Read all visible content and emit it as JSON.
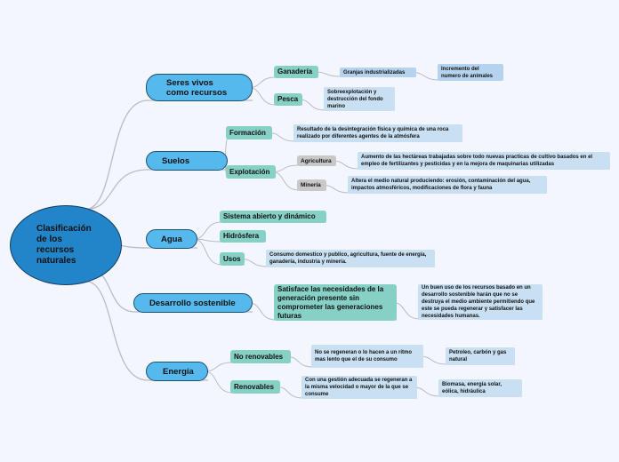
{
  "root": {
    "label": "Clasificación de los recursos naturales"
  },
  "seres_vivos": {
    "label": "Seres vivos como recursos",
    "ganaderia": {
      "label": "Ganadería",
      "detail": "Granjas industrializadas",
      "result": "Incremento del numero de animales"
    },
    "pesca": {
      "label": "Pesca",
      "detail": "Sobreexplotación y destrucción del fondo marino"
    }
  },
  "suelos": {
    "label": "Suelos",
    "formacion": {
      "label": "Formación",
      "detail": "Resultado de la desintegración física y química de una roca realizado por diferentes agentes de la atmósfera"
    },
    "explotacion": {
      "label": "Explotación",
      "agricultura": {
        "label": "Agricultura",
        "detail": "Aumento de las hectáreas trabajadas sobre todo nuevas practicas de cultivo basados en el empleo de fertilizantes y pesticidas y en la mejora de maquinarias utilizadas"
      },
      "mineria": {
        "label": "Minería",
        "detail": "Altera el medio natural produciendo: erosión, contaminación del agua, impactos atmosféricos, modificaciones de flora y fauna"
      }
    }
  },
  "agua": {
    "label": "Agua",
    "sistema": {
      "label": "Sistema abierto y dinámico"
    },
    "hidrosfera": {
      "label": "Hidrósfera"
    },
    "usos": {
      "label": "Usos",
      "detail": "Consumo domestico y publico, agricultura, fuente de energía, ganadería, industria y minería."
    }
  },
  "desarrollo": {
    "label": "Desarrollo sostenible",
    "definicion": "Satisface las necesidades de la generación presente sin comprometer las generaciones futuras",
    "detail": "Un buen uso de los recursos basado en un desarrollo sostenible harán que no se destruya el medio ambiente permitiendo que este se pueda regenerar y satisfacer las necesidades humanas."
  },
  "energia": {
    "label": "Energía",
    "no_renovables": {
      "label": "No renovables",
      "detail": "No se regeneran o lo hacen a un ritmo mas lento que el de su consumo",
      "examples": "Petroleo, carbón y gas natural"
    },
    "renovables": {
      "label": "Renovables",
      "detail": "Con una gestión adecuada se regeneran a la misma velocidad o mayor de la que se consume",
      "examples": "Biomasa, energía solar, eólica, hidráulica"
    }
  },
  "colors": {
    "root": "#2385c9",
    "main": "#55b9ee",
    "mid": "#86d0c5",
    "leaf": "#c9e0f3",
    "edge": "#b9bcc6"
  }
}
